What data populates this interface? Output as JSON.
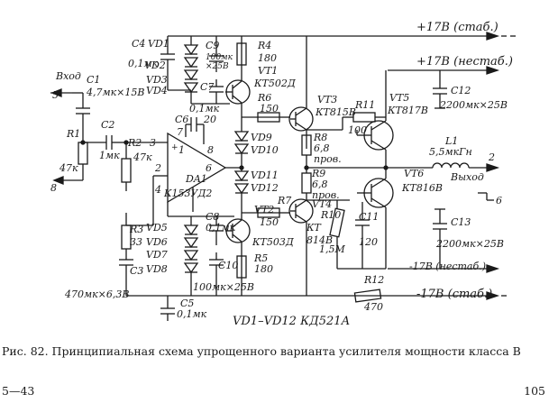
{
  "labels": {
    "rail_top_stab": "+17В (стаб.)",
    "rail_top_nestab": "+17В (нестаб.)",
    "rail_bot_nestab": "-17В (нестаб.)",
    "rail_bot_stab": "-17В (стаб.)",
    "input_title": "Вход",
    "input_pin": "5",
    "input_pin2": "8",
    "output_title": "Выход",
    "output_pin": "2",
    "output_pin2": "6",
    "c1": "C1",
    "c1_val": "4,7мк×15В",
    "c2": "C2",
    "c2_val": "1мк",
    "r1": "R1",
    "r1_val": "47к",
    "r2": "R2",
    "r2_val": "47к",
    "c4": "C4",
    "c4_val": "0,1мк",
    "vd1": "VD1",
    "vd2": "VD2",
    "vd3": "VD3",
    "vd4": "VD4",
    "vd5": "VD5",
    "vd6": "VD6",
    "vd7": "VD7",
    "vd8": "VD8",
    "vd9": "VD9",
    "vd10": "VD10",
    "vd11": "VD11",
    "vd12": "VD12",
    "c9": "C9",
    "c9_val1": "100мк",
    "c9_val2": "×25В",
    "r4": "R4",
    "r4_val": "180",
    "c7": "C7",
    "c7_val": "0,1мк",
    "vt1": "VT1",
    "vt1_type": "КТ502Д",
    "r6": "R6",
    "r6_val": "150",
    "c6": "C6",
    "c6_val": "20",
    "da1": "DA1",
    "da1_type": "К153УД2",
    "pin3": "3",
    "pin2": "2",
    "pin7": "7",
    "pin8": "8",
    "pin6": "6",
    "pin4": "4",
    "pin1": "1",
    "vt3": "VT3",
    "vt3_type": "КТ815В",
    "r8": "R8",
    "r8_val": "6,8",
    "r8_note": "пров.",
    "r9": "R9",
    "r9_val": "6,8",
    "r9_note": "пров.",
    "r11": "R11",
    "r11_val": "100",
    "vt5": "VT5",
    "vt5_type": "КТ817В",
    "c12_val": "C12",
    "c12_rating": "2200мк×25В",
    "l1": "L1",
    "l1_val": "5,5мкГн",
    "vt6": "VT6",
    "vt6_type": "КТ816В",
    "r7": "R7",
    "r7_val": "150",
    "vt4": "VT4",
    "vt4_type1": "КТ",
    "vt4_type2": "814В",
    "r10": "R10",
    "r10_val": "1,5М",
    "c11": "C11",
    "c11_val": "120",
    "c13_val": "C13",
    "c13_rating": "2200мк×25В",
    "r3": "R3",
    "r3_val": "33",
    "c3": "C3",
    "c3_val": "470мк×6,3В",
    "c8": "C8",
    "c8_val": "0,1мк",
    "vt2": "VT2",
    "vt2_type": "КТ503Д",
    "c10": "C10",
    "r5": "R5",
    "r5_val": "180",
    "c10_rating": "100мк×25В",
    "r12": "R12",
    "r12_val": "470",
    "c5": "C5",
    "c5_val": "0,1мк",
    "diodes_note": "VD1–VD12  КД521А"
  },
  "caption": "Рис. 82. Принципиальная схема упрощенного варианта усилителя мощности класса В",
  "footer_left": "5—43",
  "page_number": "105"
}
